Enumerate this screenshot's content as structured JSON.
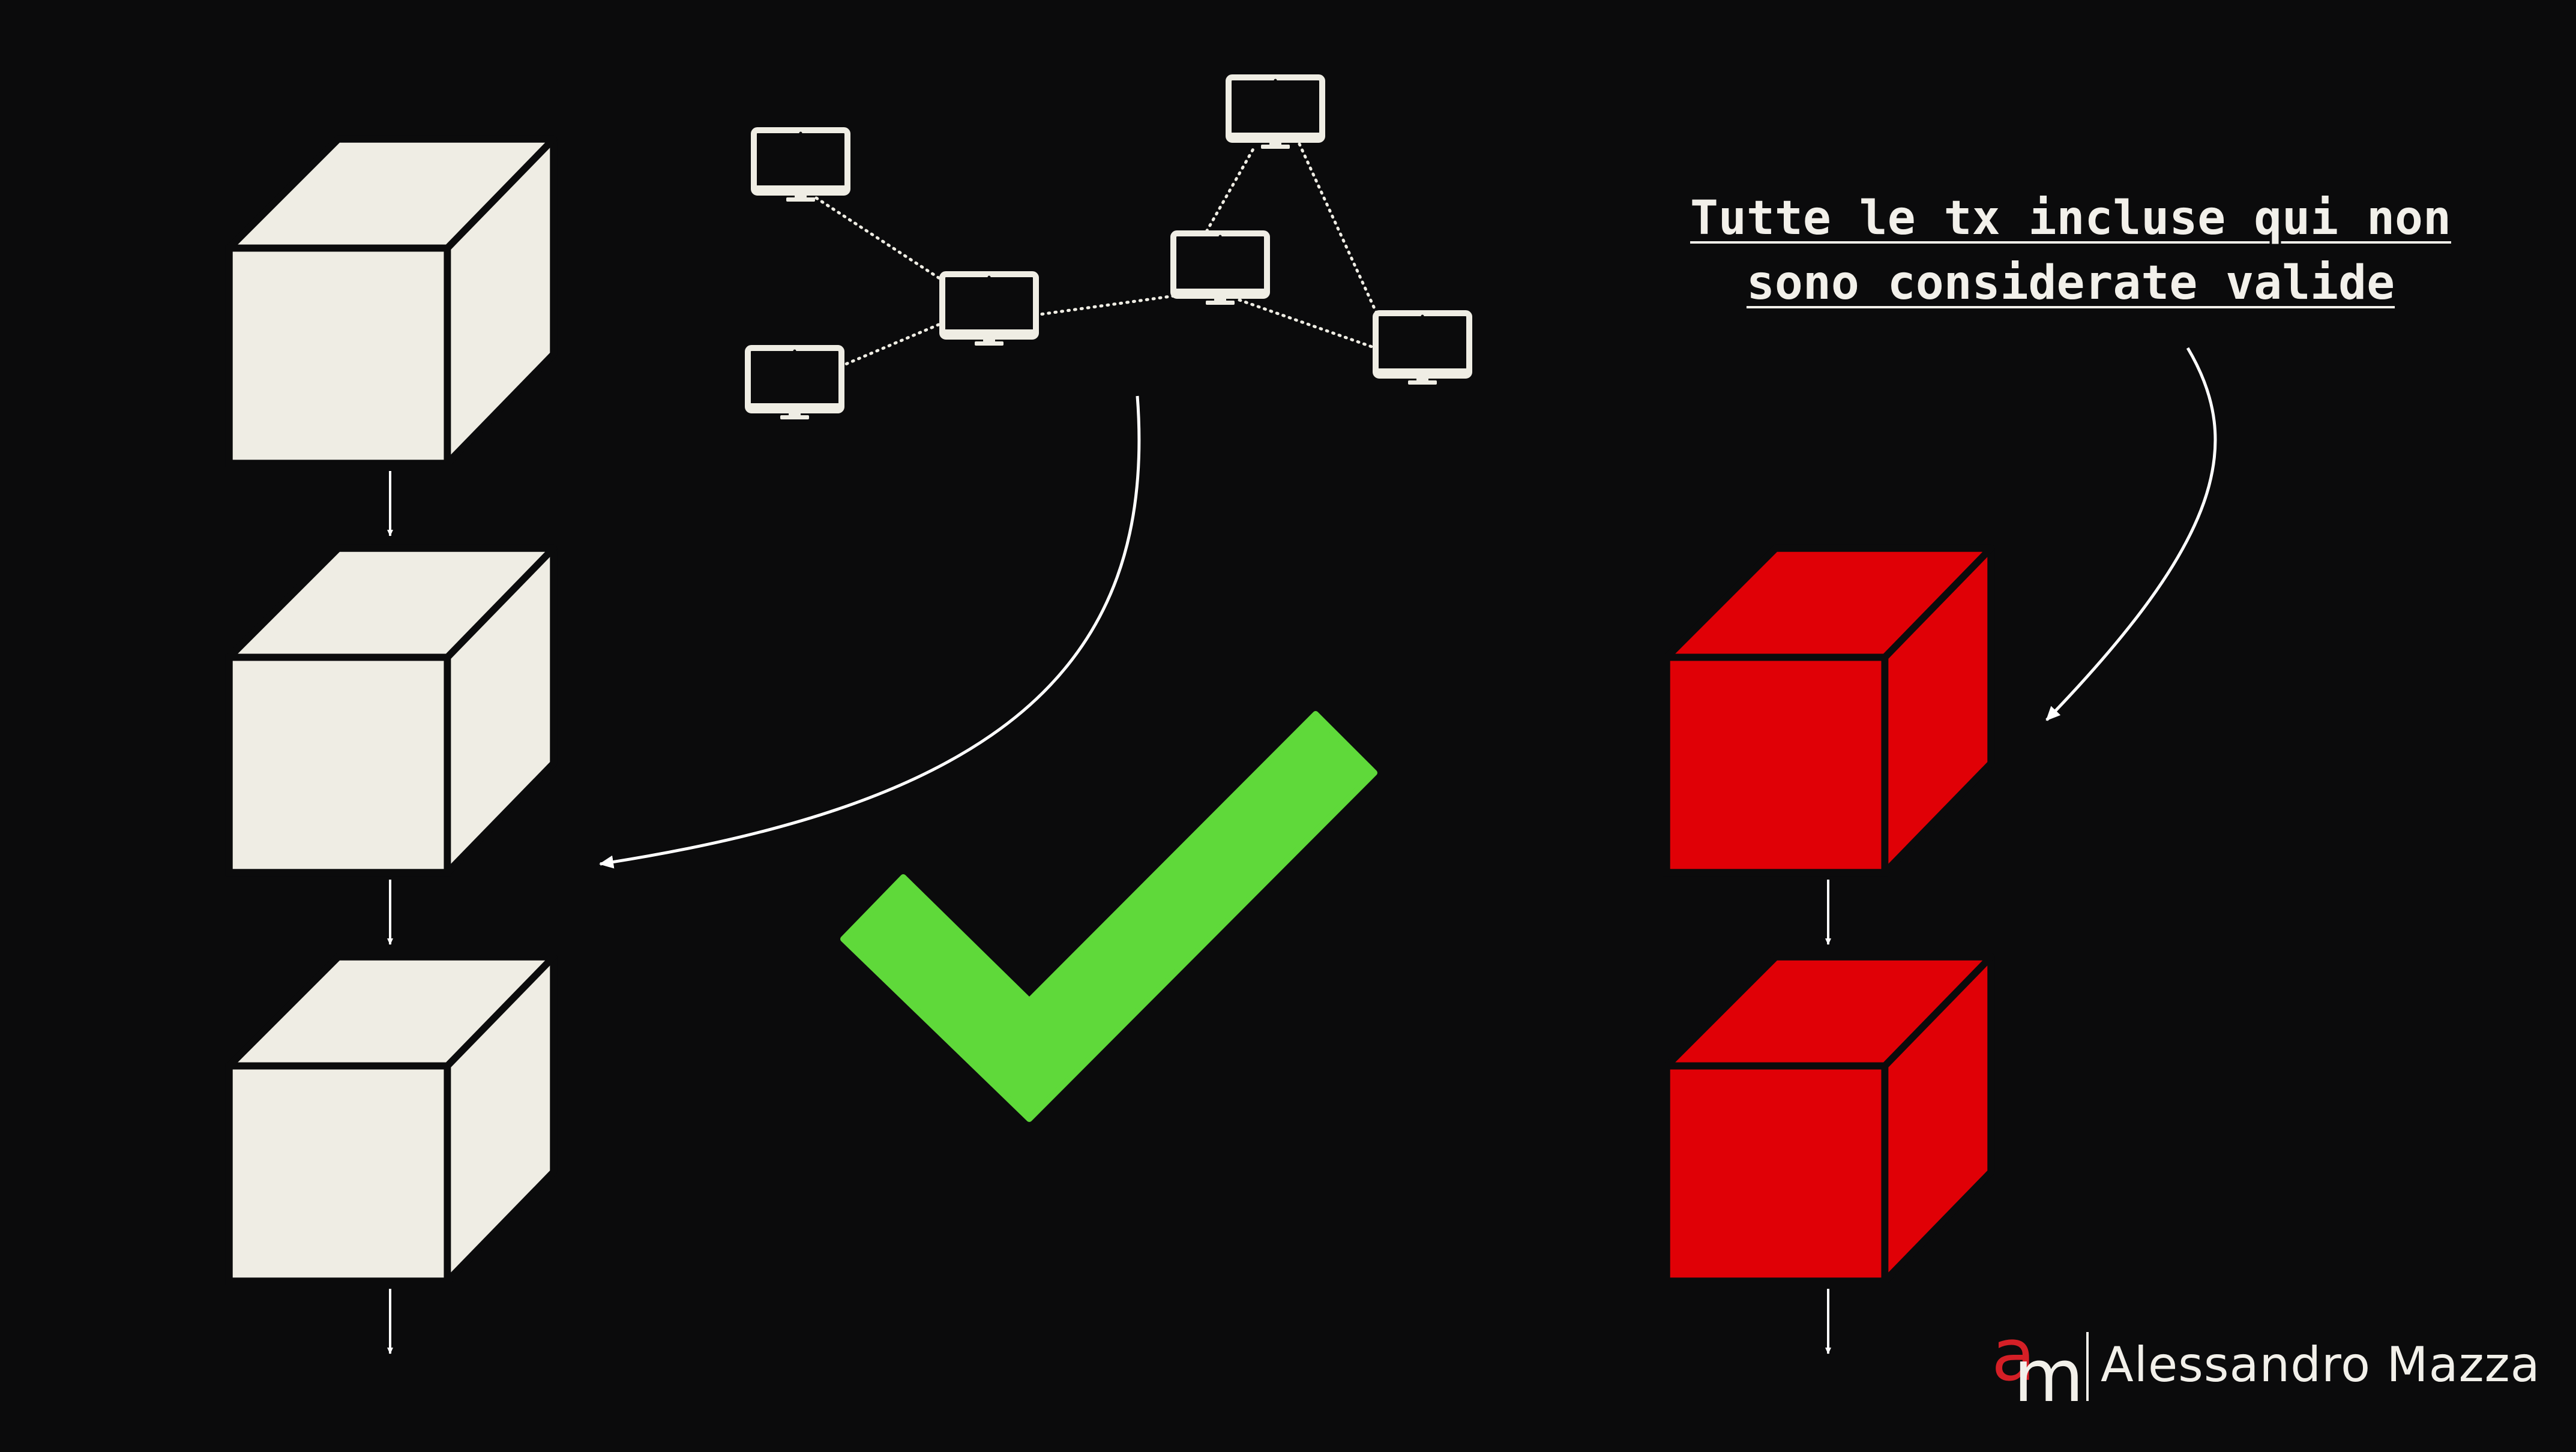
{
  "colors": {
    "background": "#0b0b0c",
    "valid_block": "#efede4",
    "invalid_block": "#e00006",
    "check": "#5fd93a",
    "line": "#ffffff",
    "brand_accent": "#d41f26"
  },
  "valid_chain": {
    "block_count": 3
  },
  "invalid_chain": {
    "block_count": 2
  },
  "network": {
    "node_count": 6,
    "icon": "monitor-icon"
  },
  "annotation": {
    "line1": "Tutte le tx incluse qui non",
    "line2": "sono considerate valide"
  },
  "check_mark": {
    "icon": "check-mark-icon"
  },
  "brand": {
    "logo_letters": "am",
    "name": "Alessandro Mazza"
  }
}
